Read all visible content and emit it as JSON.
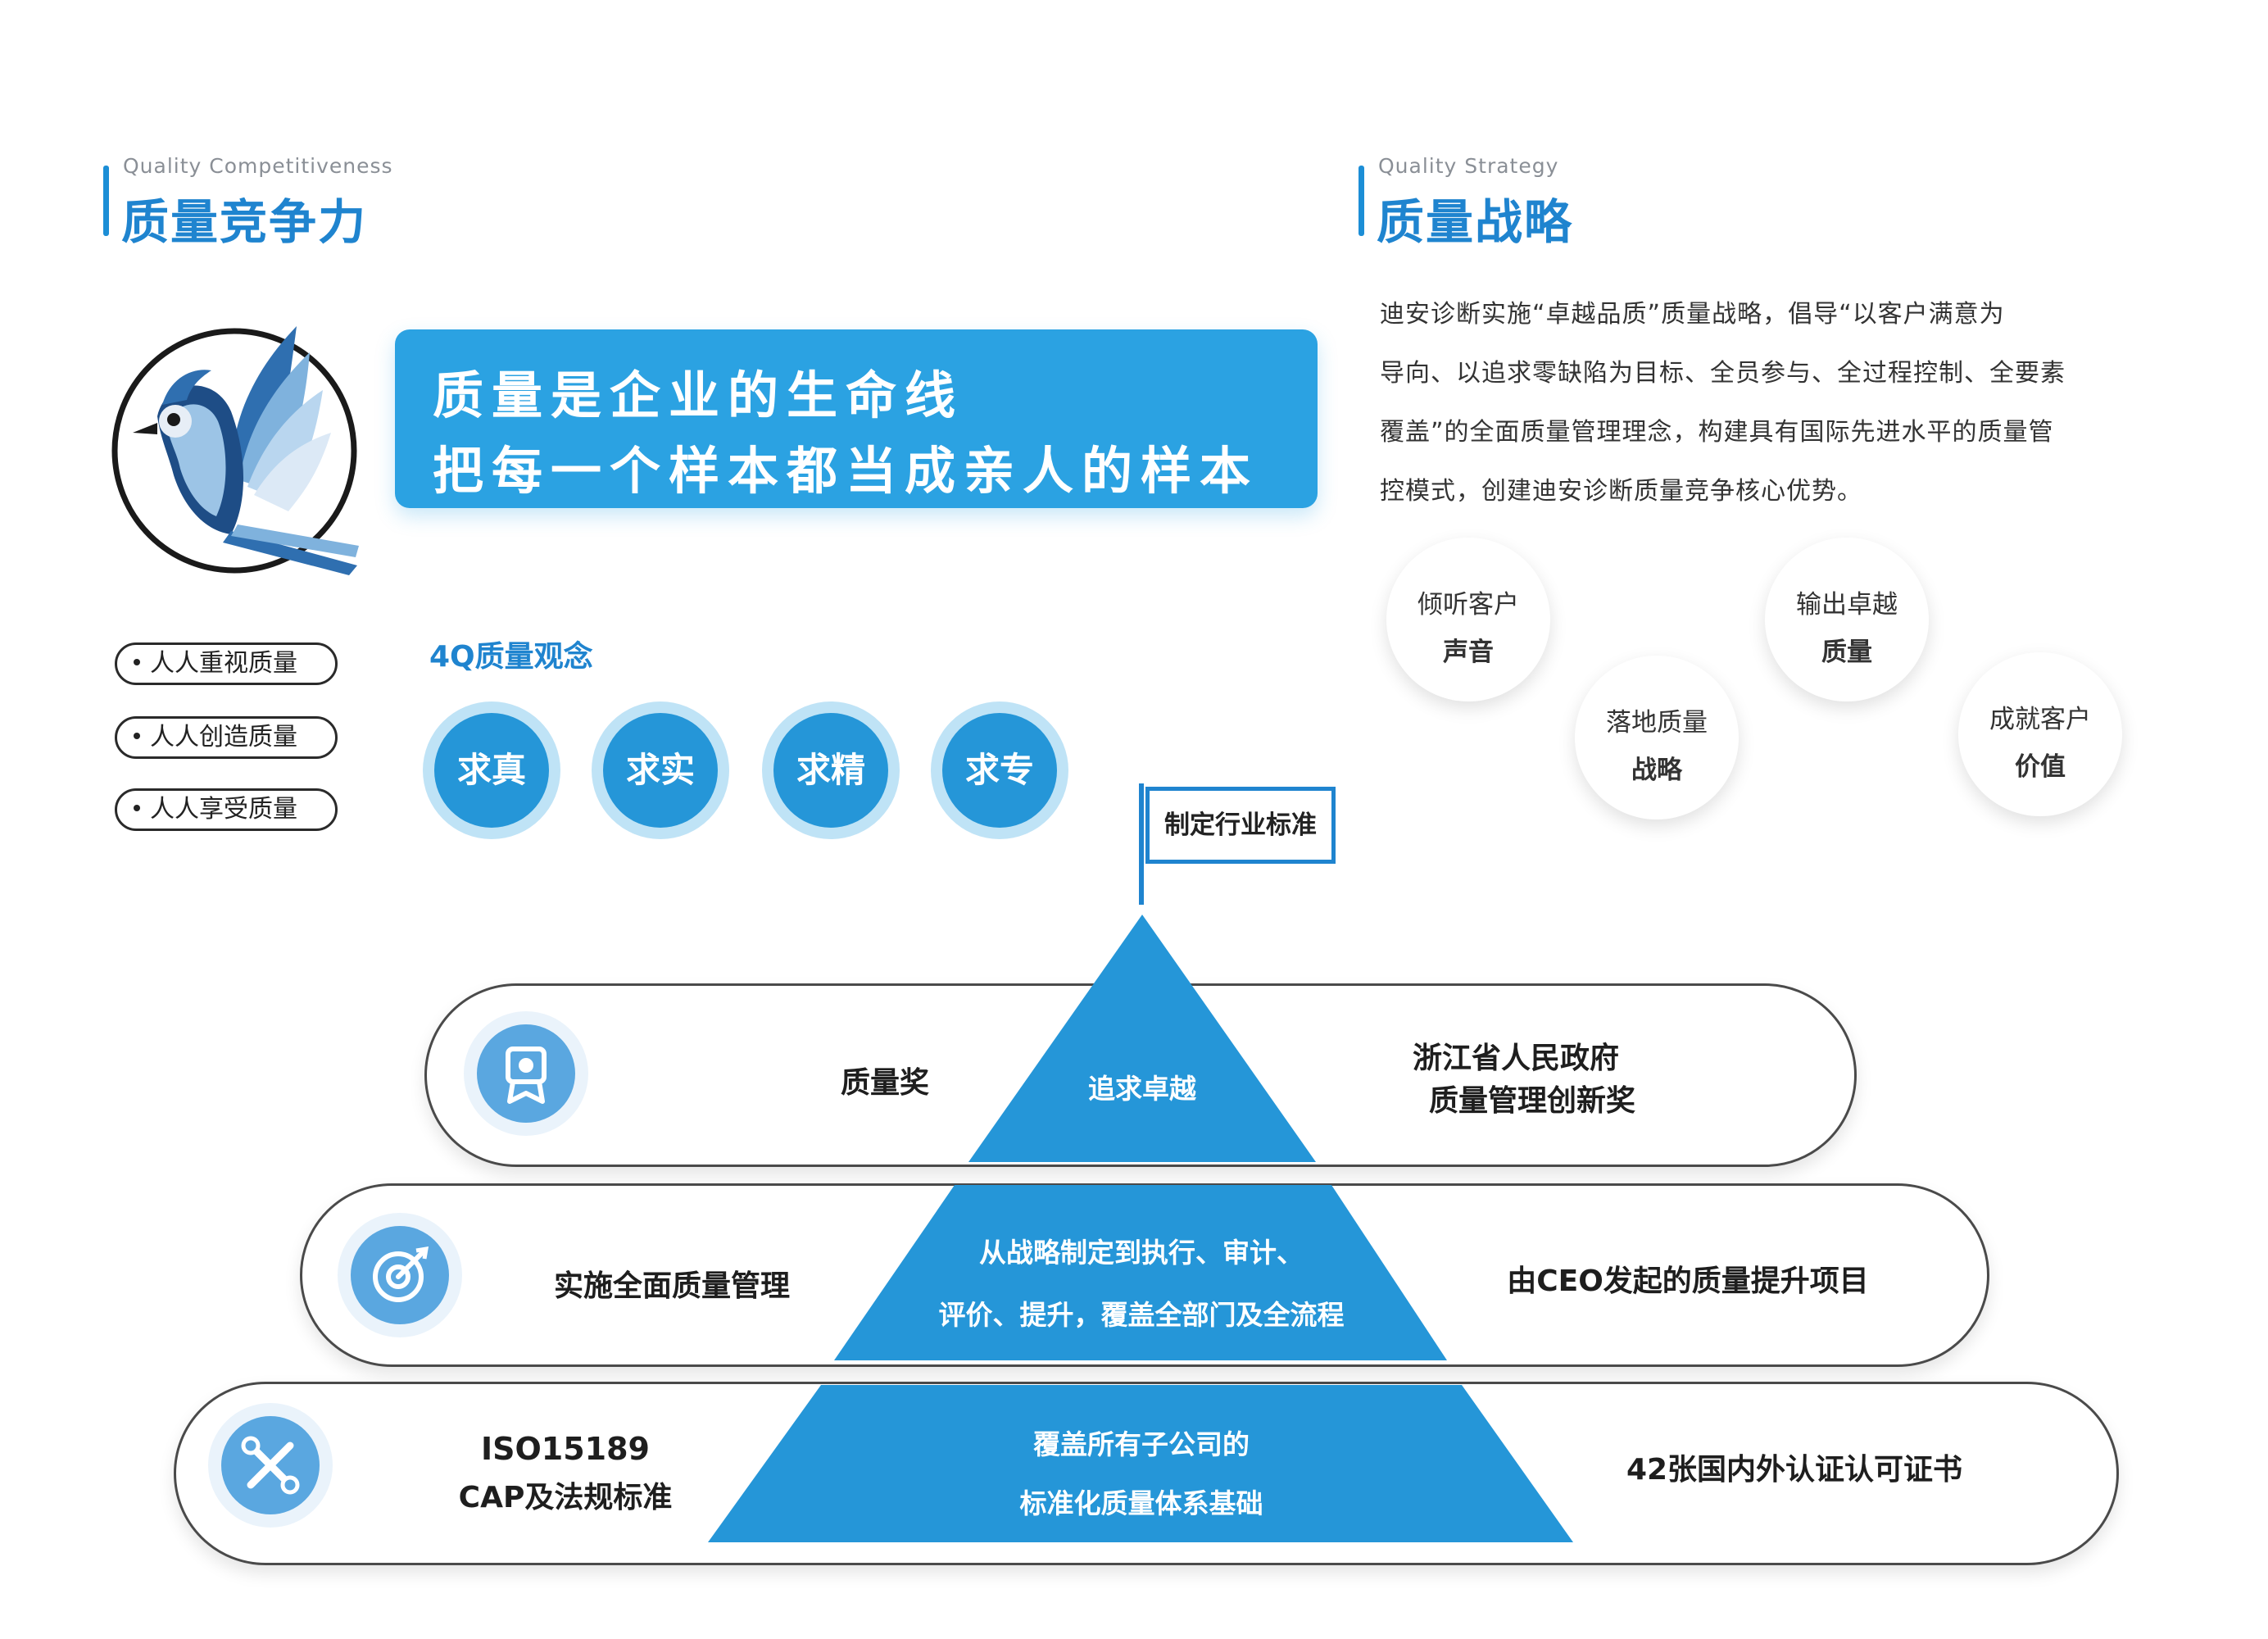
{
  "left_section": {
    "en_title": "Quality Competitiveness",
    "zh_title": "质量竞争力"
  },
  "right_section": {
    "en_title": "Quality Strategy",
    "zh_title": "质量战略"
  },
  "banner": {
    "line1": "质量是企业的生命线",
    "line2": "把每一个样本都当成亲人的样本"
  },
  "pills": [
    "人人重视质量",
    "人人创造质量",
    "人人享受质量"
  ],
  "four_q": {
    "title": "4Q质量观念",
    "items": [
      "求真",
      "求实",
      "求精",
      "求专"
    ]
  },
  "strategy_paragraph": {
    "lines": [
      "迪安诊断实施“卓越品质”质量战略，倡导“以客户满意为",
      "导向、以追求零缺陷为目标、全员参与、全过程控制、全要素",
      "覆盖”的全面质量管理理念，构建具有国际先进水平的质量管",
      "控模式，创建迪安诊断质量竞争核心优势。"
    ]
  },
  "bubbles": [
    {
      "l1": "倾听客户",
      "l2": "声音"
    },
    {
      "l1": "输出卓越",
      "l2": "质量"
    },
    {
      "l1": "落地质量",
      "l2": "战略"
    },
    {
      "l1": "成就客户",
      "l2": "价值"
    }
  ],
  "pyramid": {
    "flag": "制定行业标准",
    "top": {
      "tri": "追求卓越",
      "left": "质量奖",
      "right_l1": "浙江省人民政府",
      "right_l2": "质量管理创新奖",
      "icon": "award-icon"
    },
    "middle": {
      "tri_l1": "从战略制定到执行、审计、",
      "tri_l2": "评价、提升，覆盖全部门及全流程",
      "left": "实施全面质量管理",
      "right": "由CEO发起的质量提升项目",
      "icon": "target-icon"
    },
    "bottom": {
      "tri_l1": "覆盖所有子公司的",
      "tri_l2": "标准化质量体系基础",
      "left_l1": "ISO15189",
      "left_l2": "CAP及法规标准",
      "right": "42张国内外认证认可证书",
      "icon": "tools-icon"
    }
  },
  "colors": {
    "primary": "#2596d8",
    "title_blue": "#1f84cf",
    "light_ring": "#bfe3f6",
    "icon_blue": "#5aa7e0"
  }
}
